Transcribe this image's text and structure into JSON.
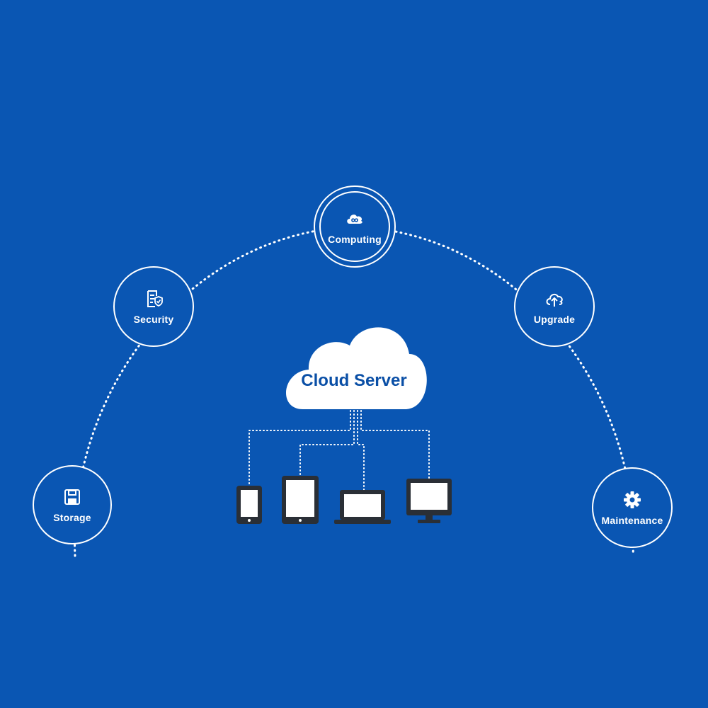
{
  "colors": {
    "background": "#0a56b3",
    "foreground": "#ffffff",
    "cloud_text": "#0a4fa6",
    "device_dark": "#2a2f36"
  },
  "center": {
    "label": "Cloud Server",
    "icon": "cloud-icon"
  },
  "nodes": [
    {
      "key": "storage",
      "label": "Storage",
      "icon": "floppy-disk-icon"
    },
    {
      "key": "security",
      "label": "Security",
      "icon": "shield-document-icon"
    },
    {
      "key": "computing",
      "label": "Computing",
      "icon": "cloud-infinity-icon"
    },
    {
      "key": "upgrade",
      "label": "Upgrade",
      "icon": "cloud-upload-icon"
    },
    {
      "key": "maintenance",
      "label": "Maintenance",
      "icon": "gear-icon"
    }
  ],
  "devices": [
    {
      "key": "smartphone",
      "icon": "smartphone-icon"
    },
    {
      "key": "tablet",
      "icon": "tablet-icon"
    },
    {
      "key": "laptop",
      "icon": "laptop-icon"
    },
    {
      "key": "monitor",
      "icon": "monitor-icon"
    }
  ]
}
